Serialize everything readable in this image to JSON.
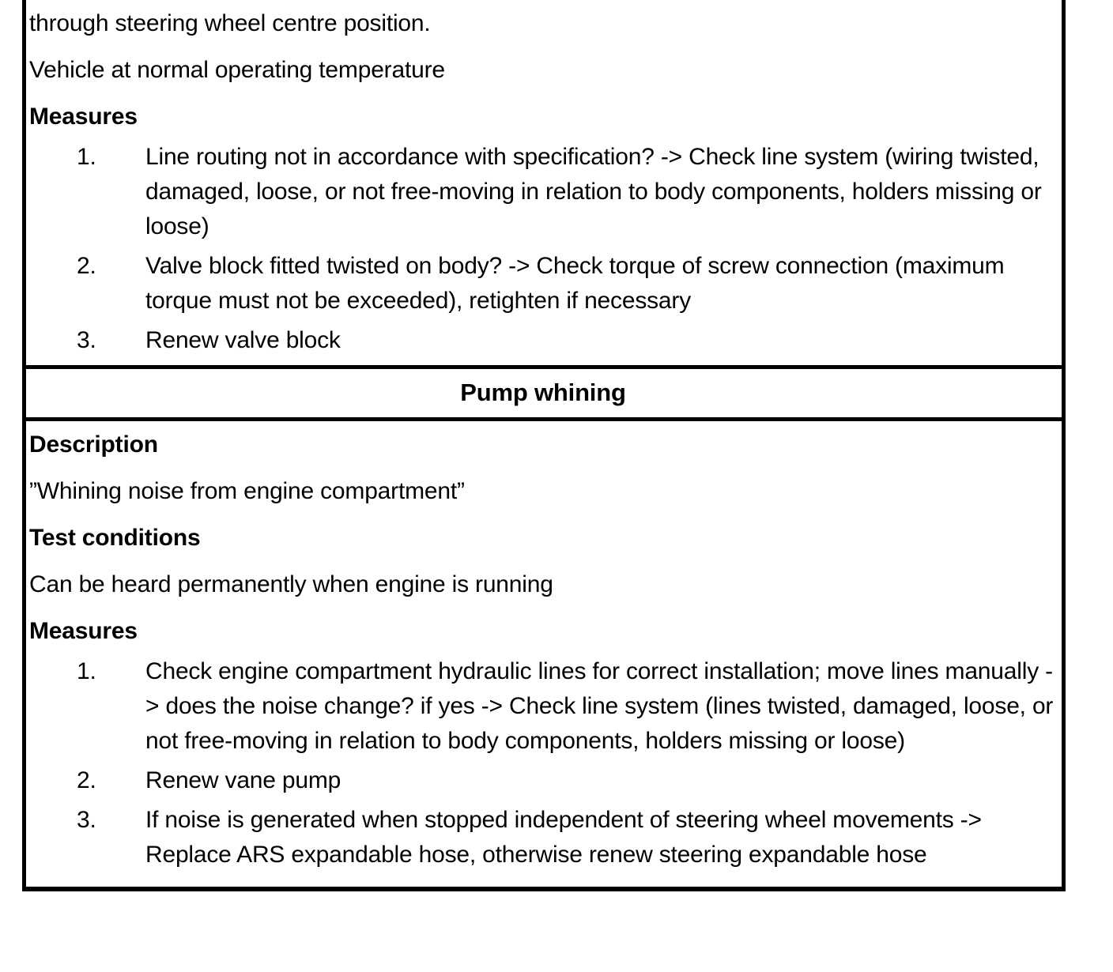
{
  "document": {
    "type": "diagnostic-fault-table",
    "continued_from_previous_page": true
  },
  "section_top": {
    "continued_paragraph": "through steering wheel centre position.",
    "test_condition_line": "Vehicle at normal operating temperature",
    "measures_heading": "Measures",
    "measures": [
      {
        "number": "1.",
        "text": "Line routing not in accordance with specification? -> Check line system (wiring twisted, damaged, loose, or not free-moving in relation to body components, holders missing or loose)"
      },
      {
        "number": "2.",
        "text": "Valve block fitted twisted on body? -> Check torque of screw connection (maximum torque must not be exceeded), retighten if necessary"
      },
      {
        "number": "3.",
        "text": "Renew valve block"
      }
    ]
  },
  "section_header": {
    "title": "Pump whining"
  },
  "section_pump_whining": {
    "description_heading": "Description",
    "description_text": "”Whining noise from engine compartment”",
    "test_conditions_heading": "Test conditions",
    "test_conditions_text": "Can be heard permanently when engine is running",
    "measures_heading": "Measures",
    "measures": [
      {
        "number": "1.",
        "text": "Check engine compartment hydraulic lines for correct installation; move lines manually -> does the noise change? if yes -> Check line system (lines twisted, damaged, loose, or not free-moving in relation to body components, holders missing or loose)"
      },
      {
        "number": "2.",
        "text": "Renew vane pump"
      },
      {
        "number": "3.",
        "text": "If noise is generated when stopped independent of steering wheel movements -> Replace ARS expandable hose, otherwise renew steering expandable hose"
      }
    ]
  },
  "colors": {
    "text": "#000000",
    "background": "#ffffff",
    "border": "#000000"
  }
}
